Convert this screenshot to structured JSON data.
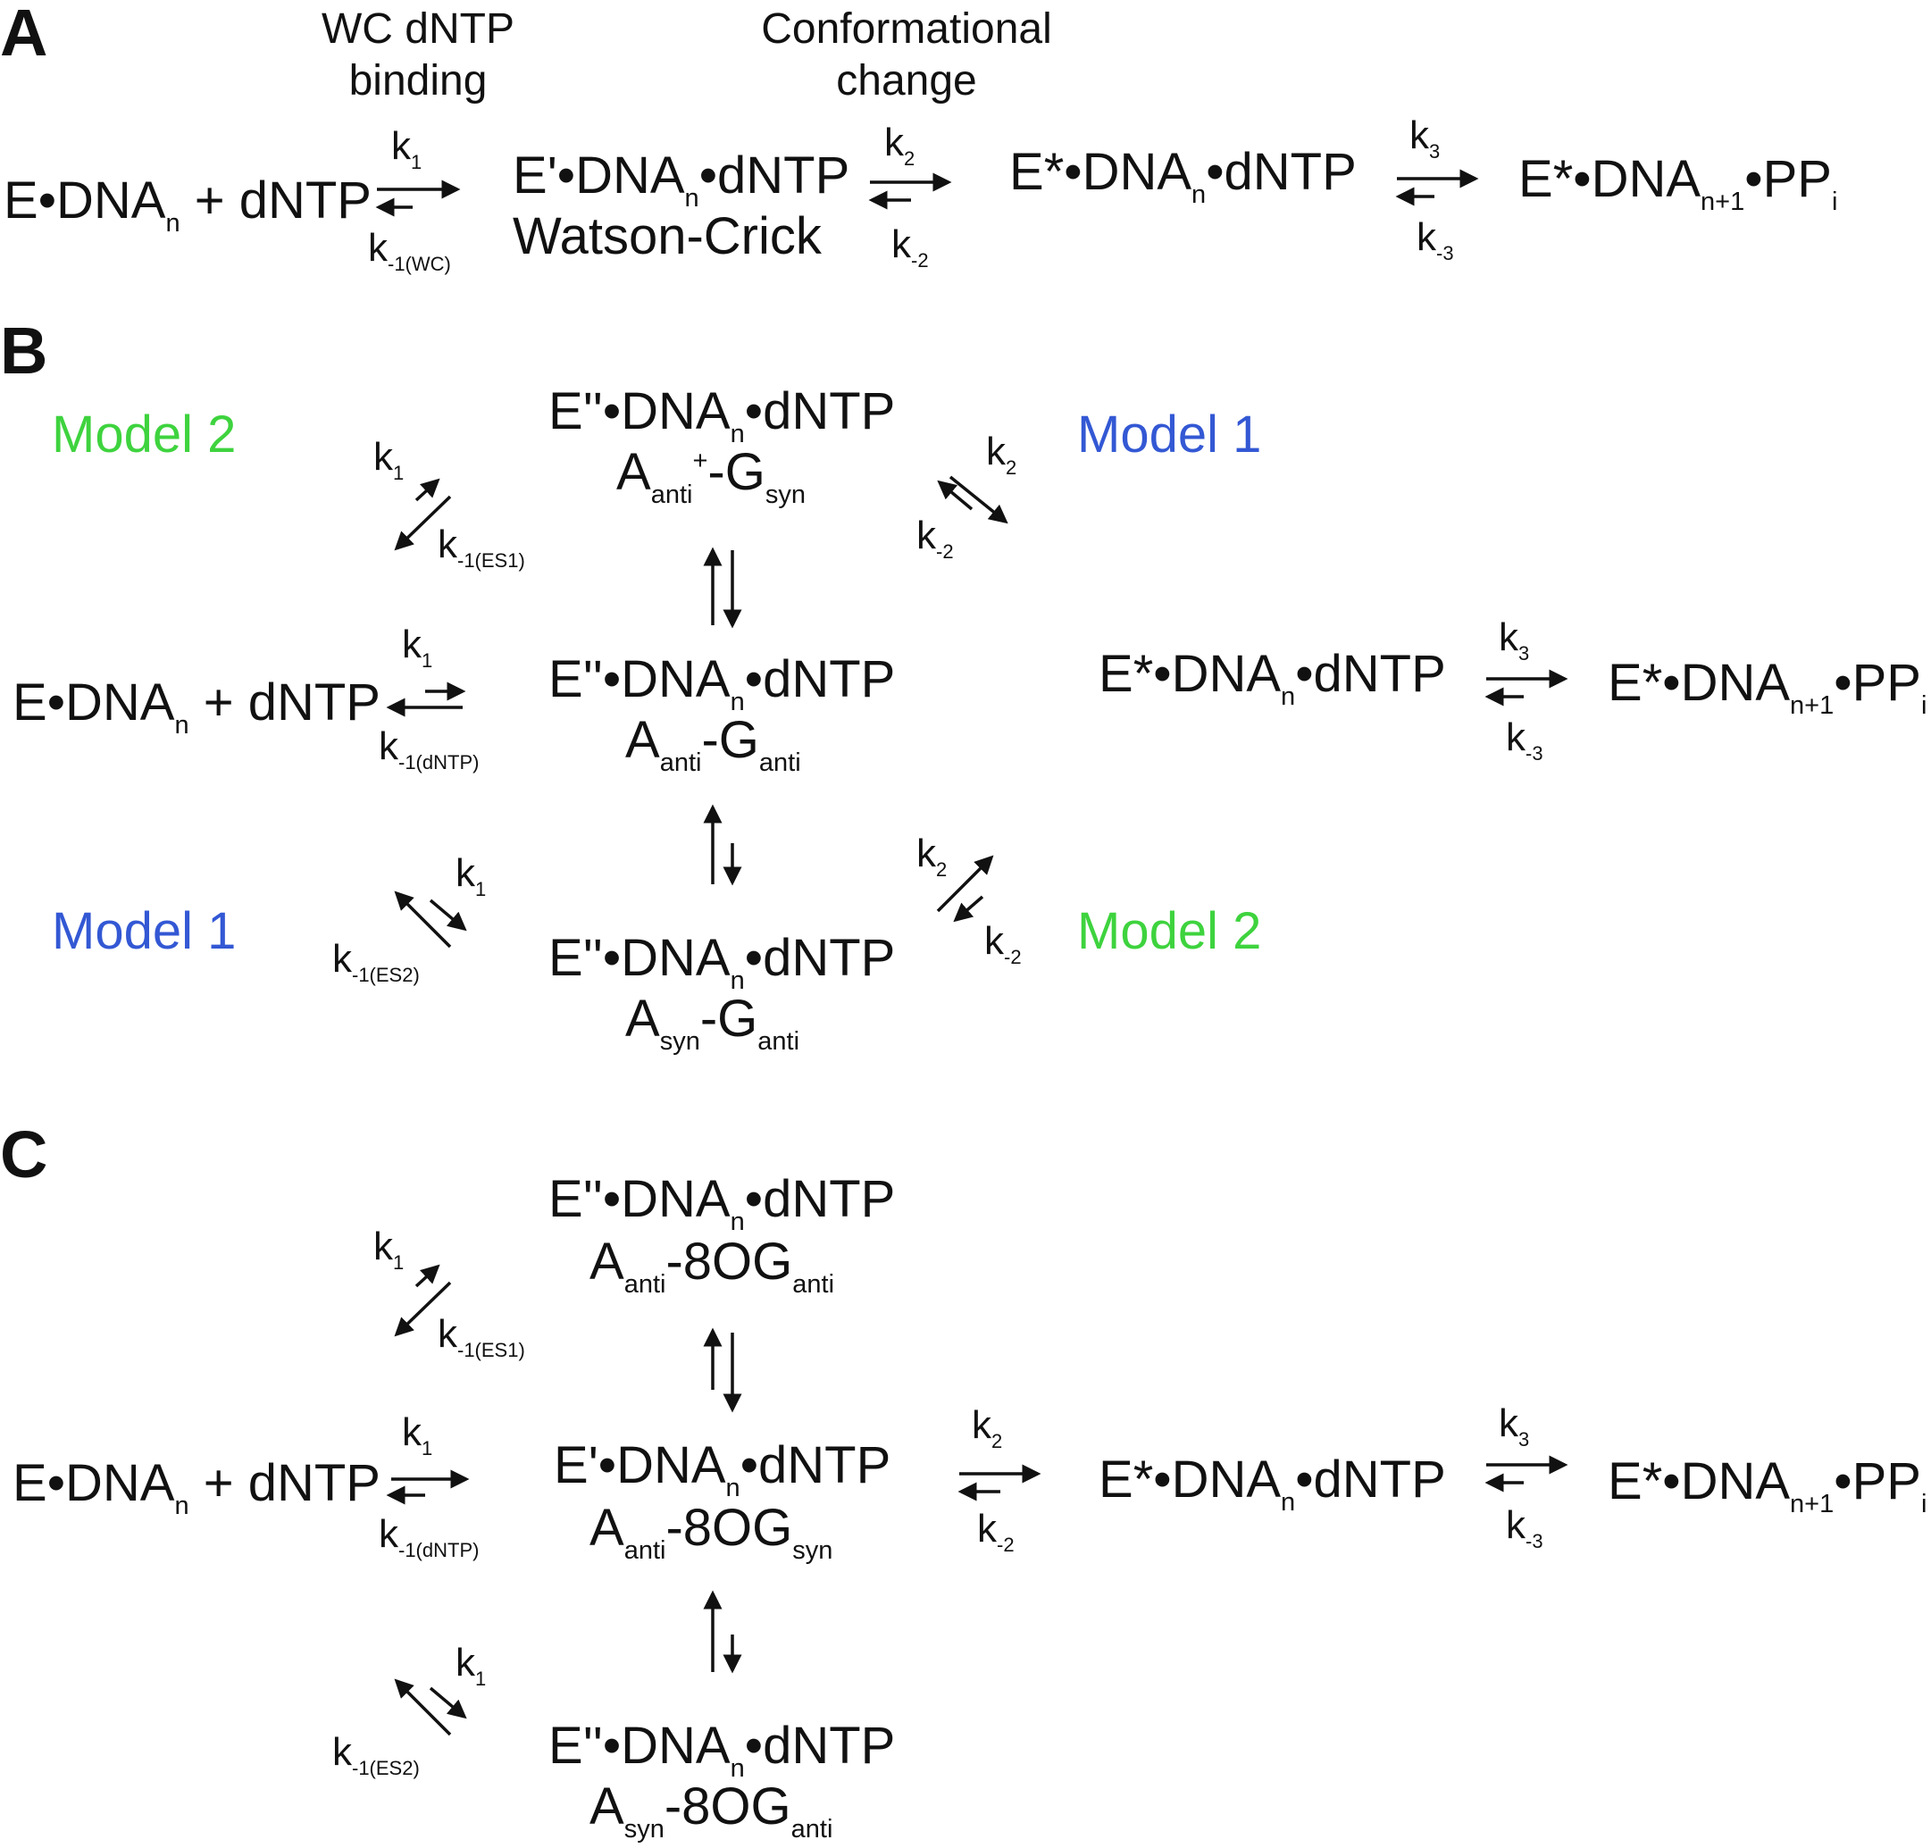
{
  "panel_labels": {
    "a": "A",
    "b": "B",
    "c": "C"
  },
  "colors": {
    "model1": "#3358d4",
    "model2": "#3ed33e",
    "ink": "#111111"
  },
  "sym": {
    "bullet": "•",
    "plus": "+",
    "dash": "-",
    "prime": "'",
    "dprime": "''",
    "star": "*"
  },
  "words": {
    "E": "E",
    "DNA": "DNA",
    "dNTP": "dNTP",
    "PP": "PP",
    "A": "A",
    "G": "G",
    "OG": "8OG",
    "n": "n",
    "n1": "n+1",
    "i": "i",
    "anti": "anti",
    "syn": "syn",
    "k": "k",
    "one": "1",
    "two": "2",
    "three": "3",
    "m1": "-1",
    "m2": "-2",
    "m3": "-3",
    "wc": "-1(WC)",
    "dntp": "-1(dNTP)",
    "es1": "-1(ES1)",
    "es2": "-1(ES2)"
  },
  "panel_a": {
    "header_binding_line1": "WC dNTP",
    "header_binding_line2": "binding",
    "header_conf_line1": "Conformational",
    "header_conf_line2": "change",
    "watson_crick": "Watson-Crick"
  },
  "panel_b": {
    "model_1": "Model 1",
    "model_2": "Model 2"
  }
}
